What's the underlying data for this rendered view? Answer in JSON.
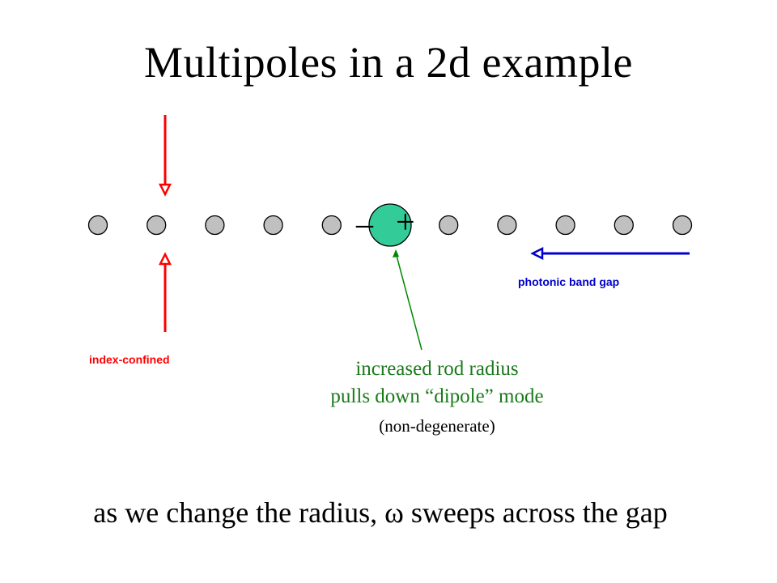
{
  "title": "Multipoles in a 2d example",
  "labels": {
    "photonic_band_gap": "photonic band gap",
    "index_confined": "index-confined"
  },
  "mode_signs": {
    "minus": "–",
    "plus": "+"
  },
  "caption": {
    "line1": "increased rod radius",
    "line2": "pulls down “dipole” mode",
    "line3": "(non-degenerate)"
  },
  "bottom_text": "as we change the radius, ω sweeps across the gap",
  "colors": {
    "rod_fill": "#c0c0c0",
    "defect_rod_fill": "#33cc99",
    "red_arrow": "#ff0000",
    "blue_arrow": "#0000cc",
    "green_pointer": "#008800"
  },
  "rods": {
    "count": 11,
    "defect_index": 5
  }
}
